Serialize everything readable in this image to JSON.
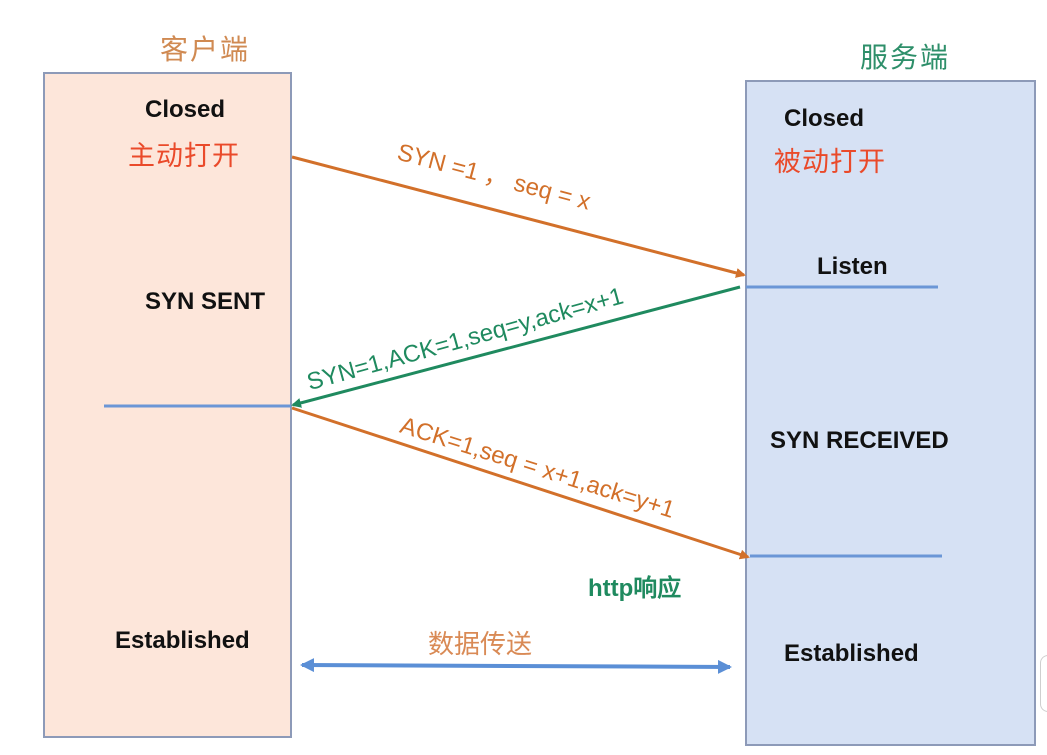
{
  "colors": {
    "client_box": "#fde6da",
    "server_box": "#d6e1f4",
    "client_title": "#d08a52",
    "server_title": "#2e8f6a",
    "passive_active_text": "#ea4a2a",
    "syn_arrow": "#d2702a",
    "synack_arrow": "#1f8a5f",
    "ack_arrow": "#d2702a",
    "state_line": "#6b96d6",
    "data_arrow": "#5b8fd6",
    "data_label": "#d98a55",
    "http_label": "#1f8a5f"
  },
  "client": {
    "title": "客户端",
    "closed": "Closed",
    "open_mode": "主动打开",
    "syn_sent": "SYN SENT",
    "established": "Established"
  },
  "server": {
    "title": "服务端",
    "closed": "Closed",
    "open_mode": "被动打开",
    "listen": "Listen",
    "syn_received": "SYN RECEIVED",
    "established": "Established"
  },
  "messages": {
    "syn": "SYN =1 ，  seq = x",
    "syn_ack": "SYN=1,ACK=1,seq=y,ack=x+1",
    "ack": "ACK=1,seq = x+1,ack=y+1",
    "http_response": "http响应",
    "data_transfer": "数据传送"
  }
}
